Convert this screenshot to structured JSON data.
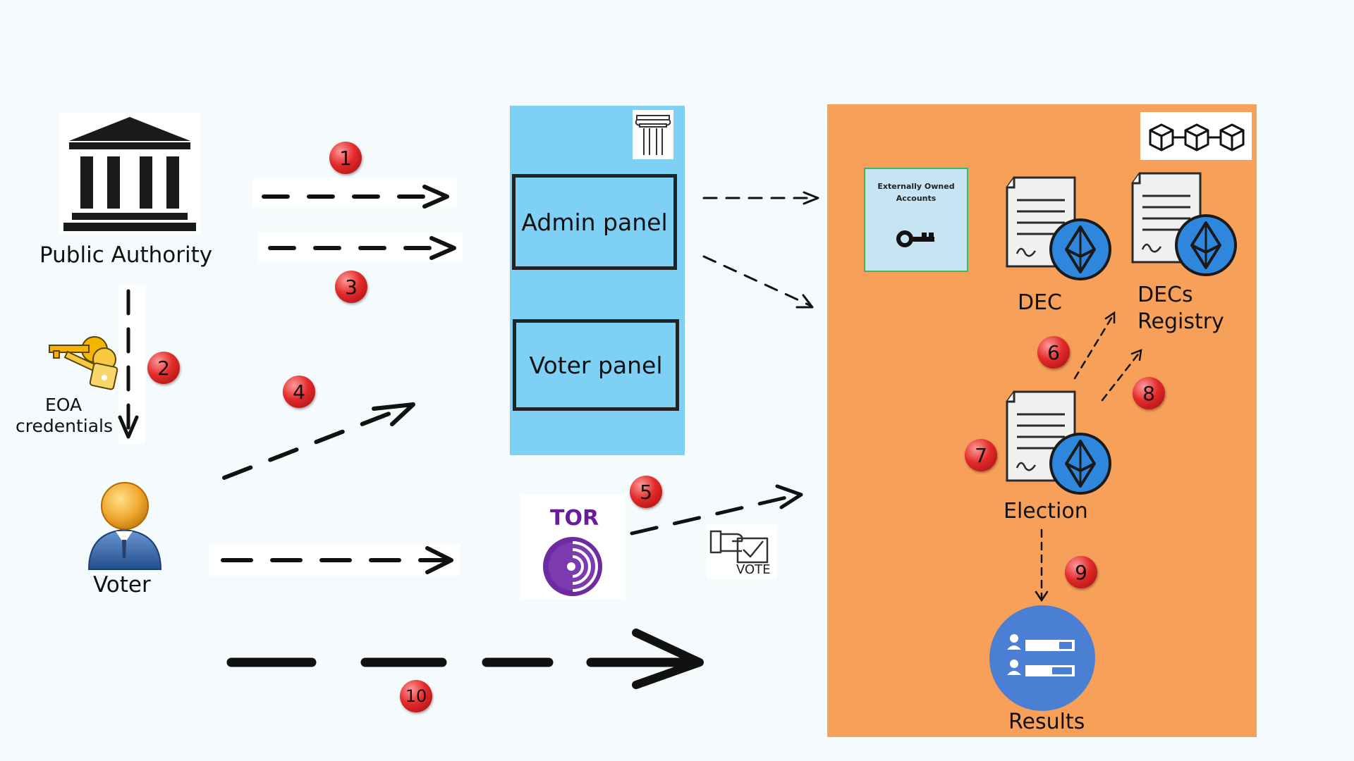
{
  "actors": {
    "public_authority": "Public Authority",
    "voter": "Voter",
    "eoa_credentials_line1": "EOA",
    "eoa_credentials_line2": "credentials"
  },
  "web_app": {
    "admin_panel": "Admin panel",
    "voter_panel": "Voter panel"
  },
  "tor_label": "TOR",
  "vote_label": "VOTE",
  "blockchain": {
    "eoa_card_line1": "Externally Owned",
    "eoa_card_line2": "Accounts",
    "dec": "DEC",
    "decs_registry_line1": "DECs",
    "decs_registry_line2": "Registry",
    "election": "Election",
    "results": "Results"
  },
  "steps": [
    "1",
    "2",
    "3",
    "4",
    "5",
    "6",
    "7",
    "8",
    "9",
    "10"
  ],
  "colors": {
    "background": "#f5fafd",
    "web_app_panel": "#7fd0f5",
    "blockchain_panel": "#f7a05a",
    "ethereum_badge": "#2f86dd",
    "results_circle": "#4a7fd4",
    "tor_purple": "#6a1b9a",
    "step_badge": "#e32b2b"
  },
  "icons": [
    "bank-icon",
    "keys-icon",
    "user-avatar-icon",
    "pillar-icon",
    "blockchain-cubes-icon",
    "key-icon",
    "document-icon",
    "ethereum-icon",
    "tor-onion-icon",
    "ballot-vote-icon",
    "results-list-icon"
  ]
}
